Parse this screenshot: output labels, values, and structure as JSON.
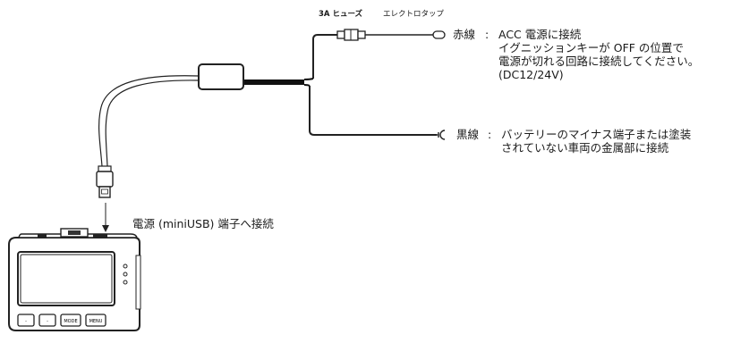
{
  "labels": {
    "fuse": "3A ヒューズ",
    "tap": "エレクトロタップ",
    "red_wire": {
      "title": "赤線",
      "sep": ":",
      "line1": "ACC 電源に接続",
      "line2": "イグニッションキーが OFF の位置で",
      "line3": "電源が切れる回路に接続してください。",
      "line4": "(DC12/24V)"
    },
    "black_wire": {
      "title": "黒線",
      "sep": ":",
      "line1": "バッテリーのマイナス端子または塗装",
      "line2": "されていない車両の金属部に接続"
    },
    "usb": "電源 (miniUSB) 端子へ接続"
  },
  "device": {
    "buttons": [
      "-",
      "-",
      "MODE",
      "MENU"
    ]
  }
}
